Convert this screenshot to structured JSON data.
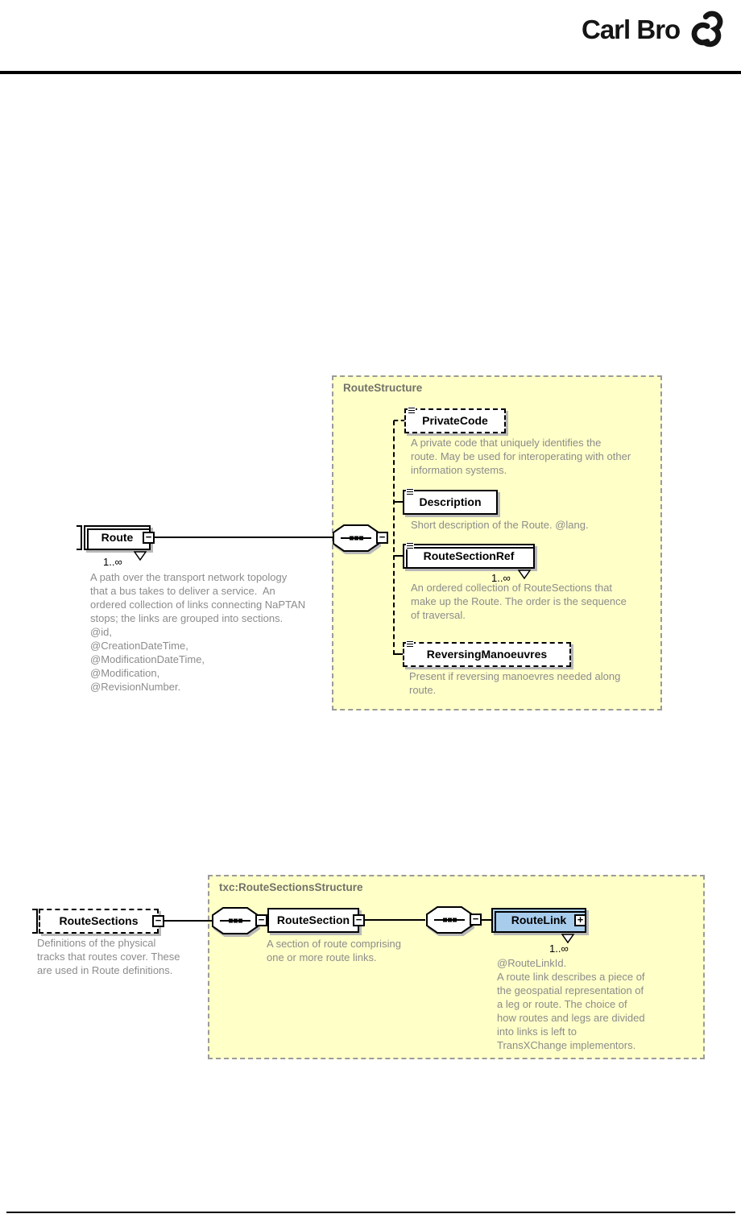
{
  "header": {
    "logo_text": "Carl Bro"
  },
  "colors": {
    "container_fill": "#ffffc8",
    "container_border": "#9b9b9b",
    "highlight_element_fill": "#a8ccec",
    "annotation_text": "#8c8c8c",
    "rule": "#000000"
  },
  "icons": {
    "sequence_icon": "octagon with dotted line (xsd sequence)",
    "text_content_icon": "three stacked lines (element with text content)",
    "collapse_glyph": "−",
    "expand_glyph": "+"
  },
  "diagram1": {
    "container_title": "RouteStructure",
    "root": {
      "label": "Route",
      "occurs": "1..∞",
      "annotation": "A path over the transport network topology\nthat a bus takes to deliver a service.  An\nordered collection of links connecting NaPTAN\nstops; the links are grouped into sections.\n@id,\n@CreationDateTime,\n@ModificationDateTime,\n@Modification,\n@RevisionNumber."
    },
    "children": [
      {
        "label": "PrivateCode",
        "annotation": "A private code that uniquely identifies the\nroute. May be used for interoperating with other\ninformation systems."
      },
      {
        "label": "Description",
        "annotation": "Short description of the Route. @lang."
      },
      {
        "label": "RouteSectionRef",
        "occurs": "1..∞",
        "annotation": "An ordered collection of RouteSections that\nmake up the Route. The order is the sequence\nof traversal."
      },
      {
        "label": "ReversingManoeuvres",
        "annotation": "Present if reversing manoevres needed along\nroute."
      }
    ]
  },
  "diagram2": {
    "container_title": "txc:RouteSectionsStructure",
    "root": {
      "label": "RouteSections",
      "annotation": "Definitions of the physical\ntracks that routes cover. These\nare used in Route definitions."
    },
    "route_section": {
      "label": "RouteSection",
      "annotation": "A section of route comprising\none or more route links."
    },
    "route_link": {
      "label": "RouteLink",
      "occurs": "1..∞",
      "annotation": "@RouteLinkId.\nA route link describes a piece of\nthe geospatial representation of\na leg or route. The choice of\nhow routes and legs are divided\ninto links is left to\nTransXChange implementors."
    }
  }
}
